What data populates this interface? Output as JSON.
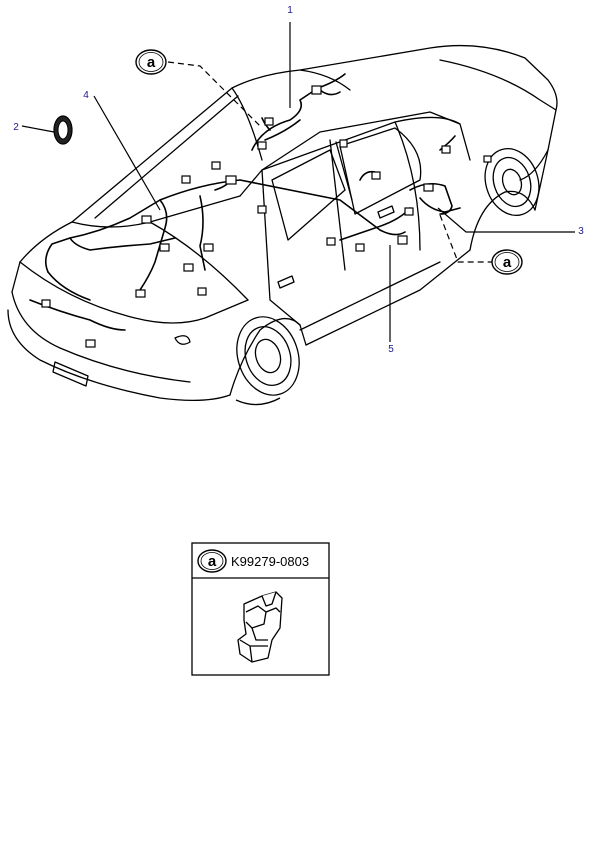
{
  "callouts": {
    "c1": "1",
    "c2": "2",
    "c3": "3",
    "c4": "4",
    "c5": "5"
  },
  "reference": {
    "letter": "a",
    "part_number": "K99279-0803"
  },
  "colors": {
    "line": "#000000",
    "callout_text": "#1a1a8c"
  }
}
